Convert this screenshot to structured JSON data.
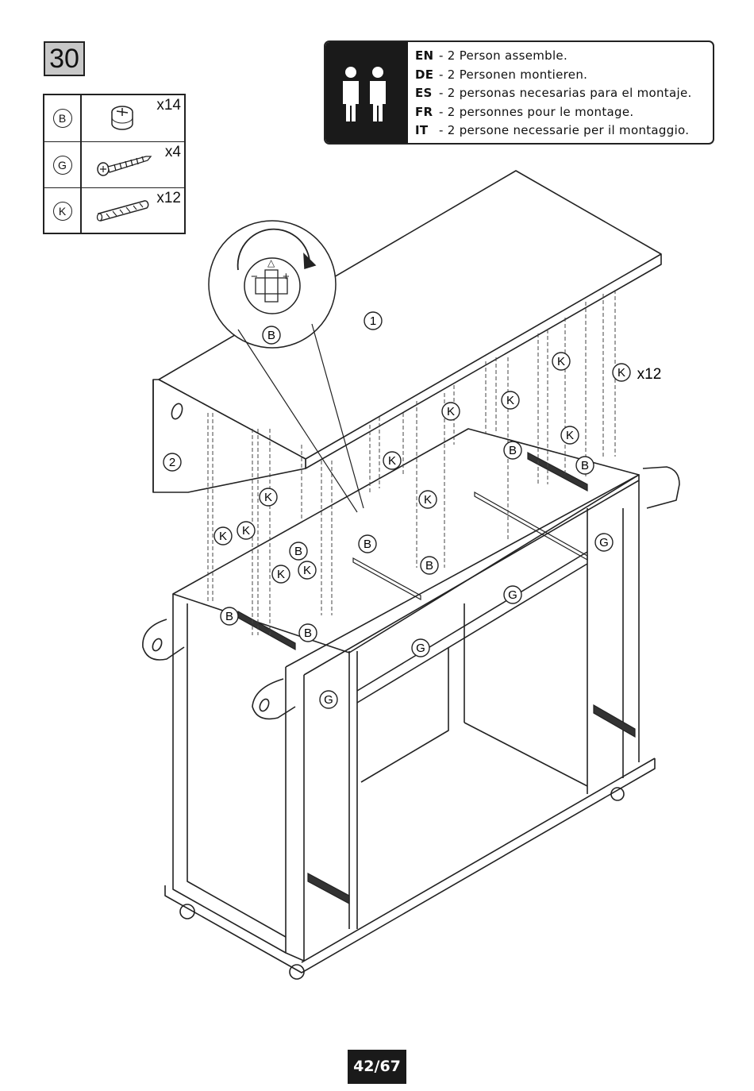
{
  "step": {
    "number": "30"
  },
  "parts": [
    {
      "letter": "B",
      "qty": "x14",
      "icon": "cam-lock-icon"
    },
    {
      "letter": "G",
      "qty": "x4",
      "icon": "screw-icon"
    },
    {
      "letter": "K",
      "qty": "x12",
      "icon": "wood-dowel-icon"
    }
  ],
  "info": {
    "icon": "two-persons-icon",
    "lines": [
      {
        "lang": "EN",
        "text": "2 Person assemble."
      },
      {
        "lang": "DE",
        "text": "2 Personen montieren."
      },
      {
        "lang": "ES",
        "text": "2 personas necesarias para el montaje."
      },
      {
        "lang": "FR",
        "text": "2 personnes pour le montage."
      },
      {
        "lang": "IT",
        "text": "2 persone necessarie per il montaggio."
      }
    ]
  },
  "diagram": {
    "panel_labels": [
      "1",
      "2"
    ],
    "part_callouts": {
      "B": "B",
      "G": "G",
      "K": "K"
    },
    "dowel_qty": "x12",
    "detail_symbols": {
      "minus": "−",
      "plus": "+",
      "arrow": "△"
    }
  },
  "page": {
    "label": "42/67"
  }
}
